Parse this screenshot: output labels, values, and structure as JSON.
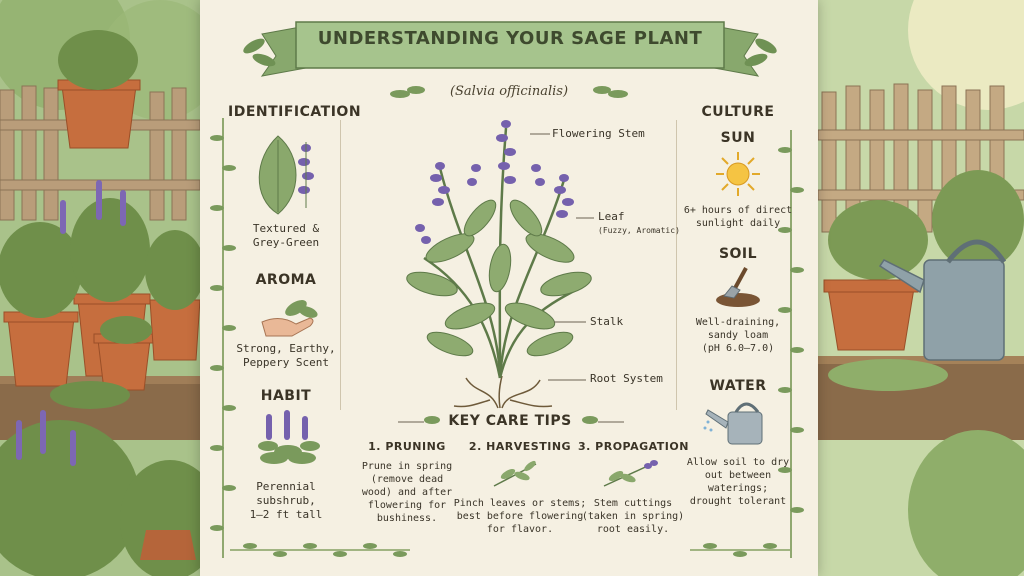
{
  "title": "UNDERSTANDING YOUR SAGE PLANT",
  "subtitle": "(Salvia officinalis)",
  "left": {
    "identification": {
      "heading": "IDENTIFICATION",
      "text1": "Textured &",
      "text2": "Grey-Green"
    },
    "aroma": {
      "heading": "AROMA",
      "text1": "Strong, Earthy,",
      "text2": "Peppery Scent"
    },
    "habit": {
      "heading": "HABIT",
      "text1": "Perennial",
      "text2": "subshrub,",
      "text3": "1–2 ft tall"
    }
  },
  "diagram": {
    "flowering_stem": "Flowering Stem",
    "leaf": "Leaf",
    "leaf_note": "(Fuzzy, Aromatic)",
    "stalk": "Stalk",
    "root_system": "Root System"
  },
  "care": {
    "heading": "KEY CARE TIPS",
    "pruning": {
      "title": "1. PRUNING",
      "l1": "Prune in spring",
      "l2": "(remove dead",
      "l3": "wood) and after",
      "l4": "flowering for",
      "l5": "bushiness."
    },
    "harvesting": {
      "title": "2. HARVESTING",
      "l1": "Pinch leaves or stems;",
      "l2": "best before flowering",
      "l3": "for flavor."
    },
    "propagation": {
      "title": "3. PROPAGATION",
      "l1": "Stem cuttings",
      "l2": "(taken in spring)",
      "l3": "root easily."
    }
  },
  "culture": {
    "heading": "CULTURE",
    "sun": {
      "heading": "SUN",
      "l1": "6+ hours of direct",
      "l2": "sunlight daily"
    },
    "soil": {
      "heading": "SOIL",
      "l1": "Well-draining,",
      "l2": "sandy loam",
      "l3": "(pH 6.0–7.0)"
    },
    "water": {
      "heading": "WATER",
      "l1": "Allow soil to dry",
      "l2": "out between",
      "l3": "waterings;",
      "l4": "drought tolerant"
    }
  },
  "colors": {
    "paper": "#f5f0e2",
    "leaf_green": "#7a9a5c",
    "lavender": "#6e5aa8",
    "banner": "#9cbb82",
    "ink": "#3a3428"
  }
}
